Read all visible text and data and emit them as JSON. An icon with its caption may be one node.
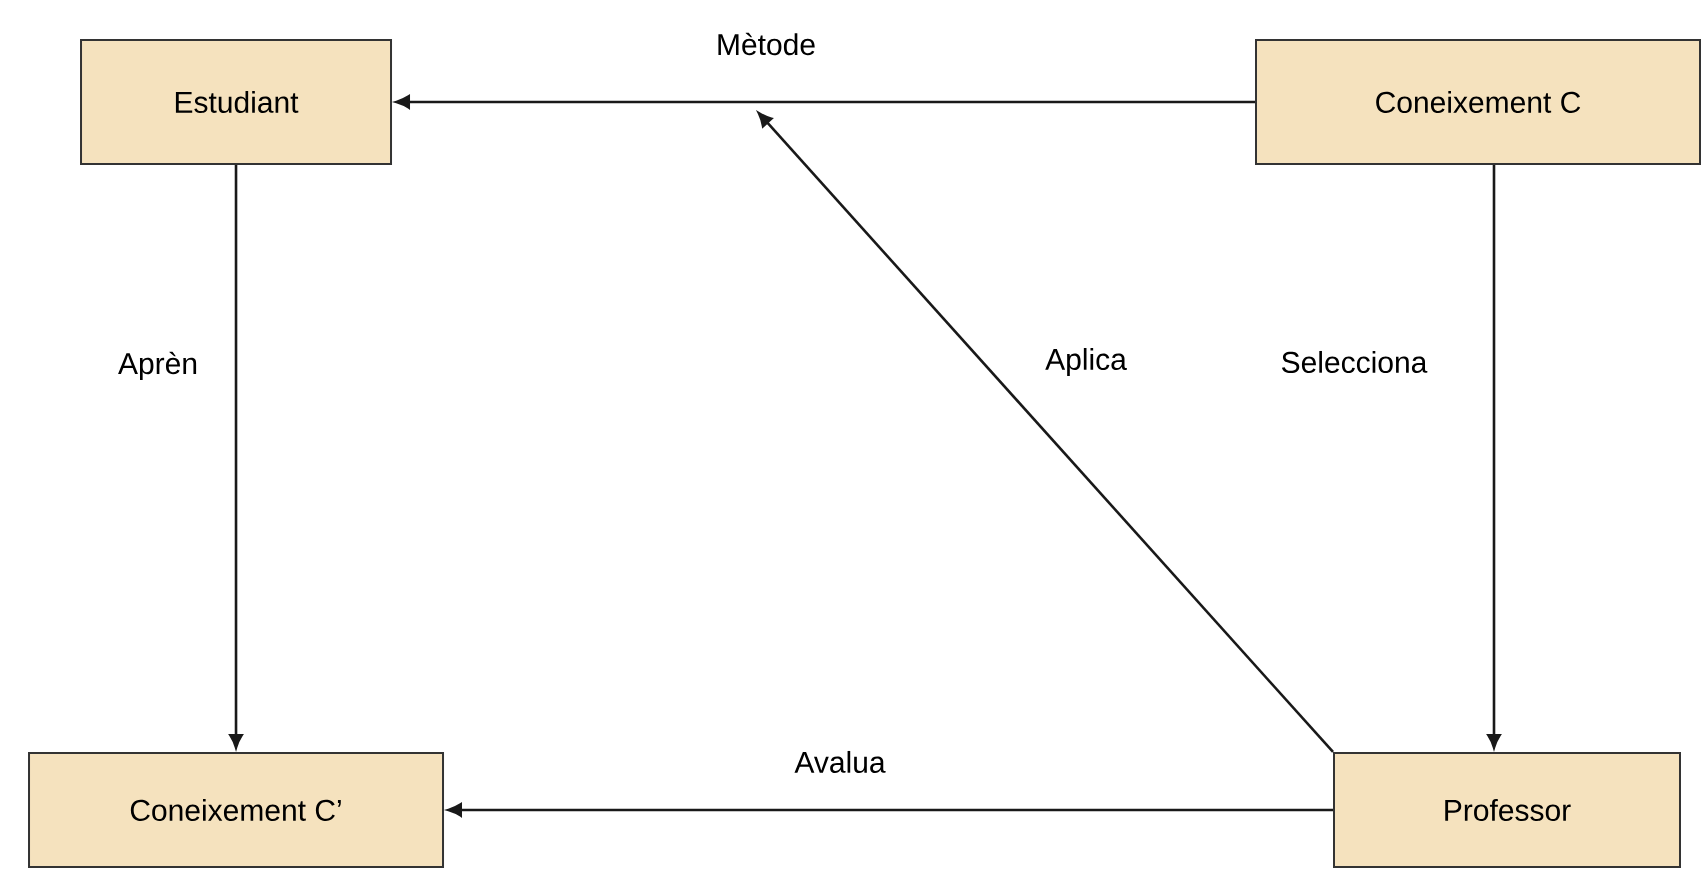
{
  "diagram": {
    "nodes": [
      {
        "text": [
          "Estudiant"
        ]
      },
      {
        "text": [
          "Coneixement C"
        ]
      },
      {
        "text": [
          "Coneixement C’"
        ]
      },
      {
        "text": [
          "Professor"
        ]
      }
    ],
    "edges": [
      {
        "from": 1,
        "to": 0,
        "arrow": "to",
        "label": "Mètode"
      },
      {
        "from": 0,
        "to": 2,
        "arrow": "to",
        "label": "Aprèn"
      },
      {
        "from": 3,
        "to": null,
        "arrow": "to",
        "label": "Aplica"
      },
      {
        "from": 1,
        "to": 3,
        "arrow": "to",
        "label": "Selecciona"
      },
      {
        "from": 3,
        "to": 2,
        "arrow": "to",
        "label": "Avalua"
      }
    ]
  }
}
